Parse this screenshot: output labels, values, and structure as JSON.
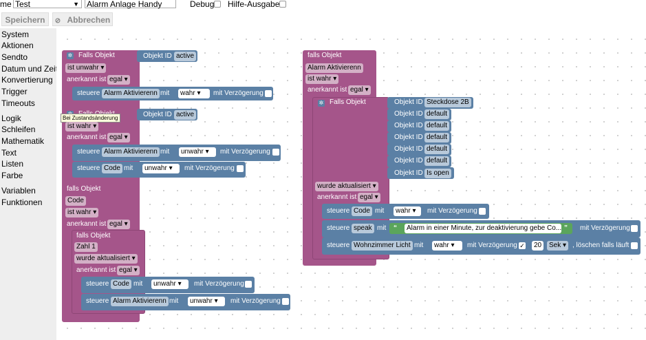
{
  "topbar": {
    "name_label": "me",
    "script_group": "Test",
    "script_name": "Alarm Anlage Handy",
    "debug_label": "Debug",
    "help_label": "Hilfe-Ausgaben"
  },
  "toolbar": {
    "save_label": "Speichern",
    "cancel_icon": "⊘",
    "cancel_label": "Abbrechen"
  },
  "sidebar": {
    "items": [
      "System",
      "Aktionen",
      "Sendto",
      "Datum und Zeit",
      "Konvertierung",
      "Trigger",
      "Timeouts",
      "Logik",
      "Schleifen",
      "Mathematik",
      "Text",
      "Listen",
      "Farbe",
      "Variablen",
      "Funktionen"
    ]
  },
  "tooltip": "Bei Zustandsänderung",
  "blocks": {
    "falls_objekt": "Falls Objekt",
    "falls_objekt_lc": "falls Objekt",
    "objekt_id": "Objekt ID",
    "active": "active",
    "ist_unwahr": "ist unwahr",
    "ist_wahr": "ist wahr",
    "anerkannt_ist": "anerkannt ist",
    "egal": "egal",
    "steuere": "steuere",
    "mit": "mit",
    "mit_verzoegerung": "mit Verzögerung",
    "alarm_aktivierenn": "Alarm Aktivierenn",
    "wahr": "wahr",
    "unwahr": "unwahr",
    "code": "Code",
    "zahl_1": "Zahl 1",
    "wurde_aktualisiert": "wurde aktualisiert",
    "steckdose_2b": "Steckdose 2B",
    "default": "default",
    "is_open": "Is open",
    "speak": "speak",
    "speak_text": "Alarm in einer Minute, zur deaktivierung gebe Co...",
    "wohnzimmer_licht": "Wohnzimmer Licht",
    "delay_value": "20",
    "sek": "Sek",
    "loeschen": ", löschen falls läuft",
    "quote_open": "“",
    "quote_close": "”"
  }
}
